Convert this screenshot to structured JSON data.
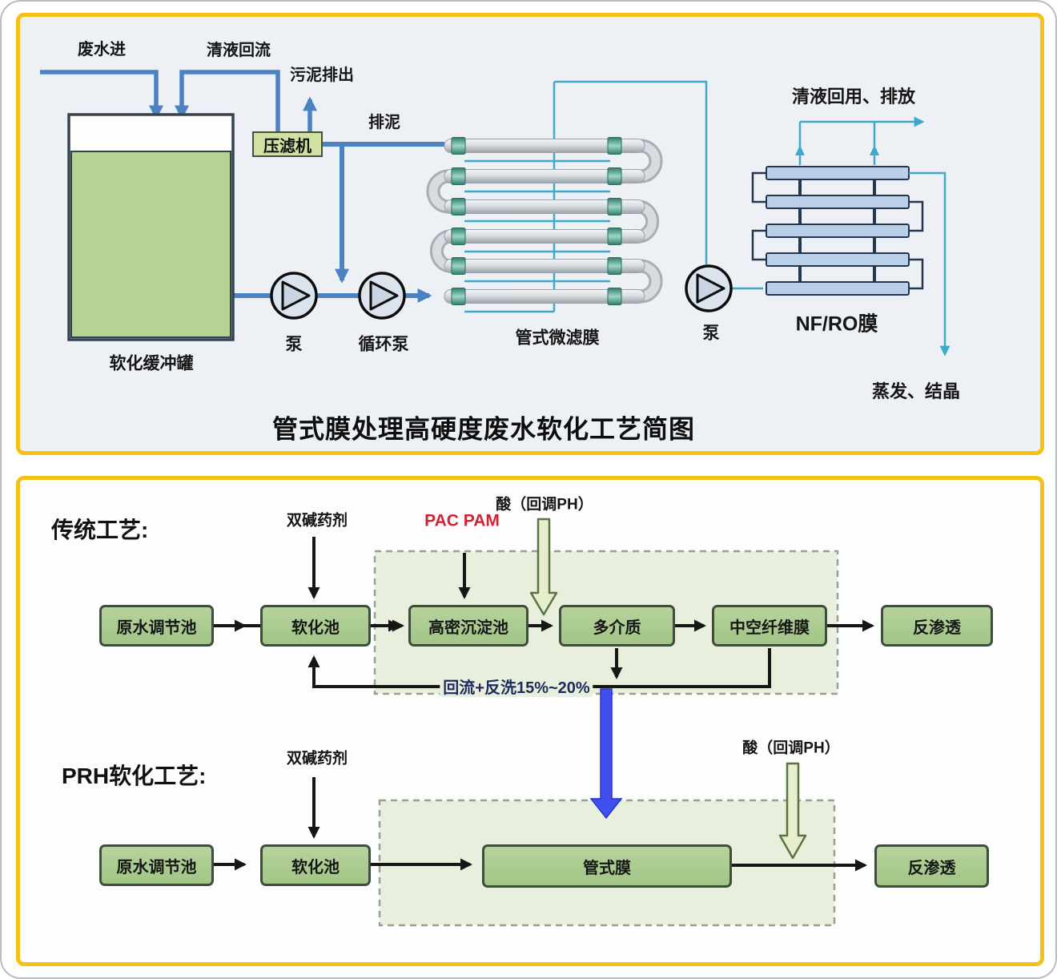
{
  "top": {
    "title": "管式膜处理高硬度废水软化工艺简图",
    "wastewater_in": "废水进",
    "clear_liquid_return": "清液回流",
    "sludge_discharge": "污泥排出",
    "filter_press": "压滤机",
    "drain_sludge": "排泥",
    "buffer_tank": "软化缓冲罐",
    "pump": "泵",
    "circulation_pump": "循环泵",
    "tubular_mf_membrane": "管式微滤膜",
    "nfro_pump": "泵",
    "nfro_membrane": "NF/RO膜",
    "reuse_discharge": "清液回用、排放",
    "evaporation": "蒸发、结晶"
  },
  "bottom": {
    "trad": {
      "heading": "传统工艺:",
      "alkali": "双碱药剂",
      "pac_pam": "PAC PAM",
      "acid": "酸（回调PH）",
      "boxes": [
        "原水调节池",
        "软化池",
        "高密沉淀池",
        "多介质",
        "中空纤维膜",
        "反渗透"
      ],
      "return_label": "回流+反洗15%~20%"
    },
    "prh": {
      "heading": "PRH软化工艺:",
      "alkali": "双碱药剂",
      "acid": "酸（回调PH）",
      "boxes": [
        "原水调节池",
        "软化池",
        "管式膜",
        "反渗透"
      ]
    }
  },
  "colors": {
    "panel_border_gold": "#f3c215",
    "flow_blue": "#4b82c3",
    "permeate_teal": "#3fa9c9",
    "box_green": "#aacb8e",
    "dashed_area_green": "#e9efdd",
    "big_arrow_blue": "#4050ee",
    "acid_arrow_fill": "#e7eecd",
    "pac_red": "#cf2333",
    "nfro_bar_fill": "#bad0e8"
  }
}
